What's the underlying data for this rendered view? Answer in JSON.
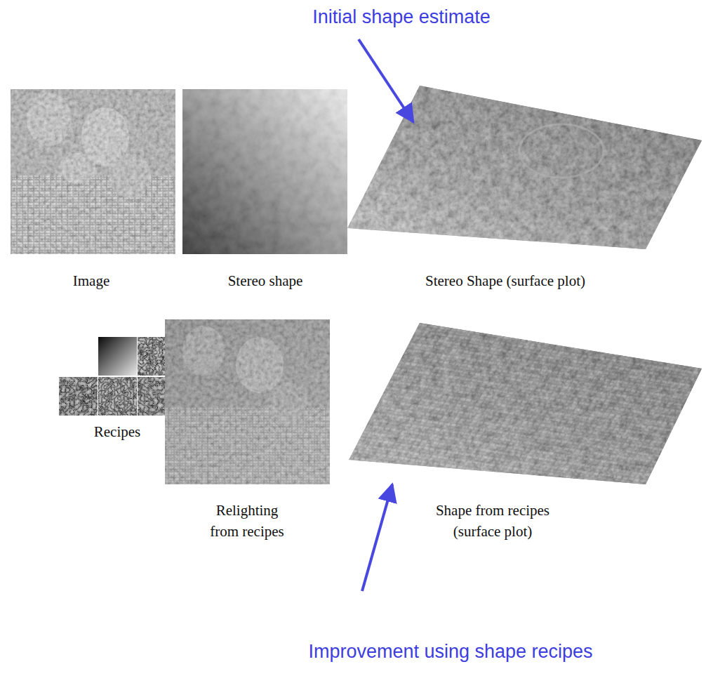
{
  "diagram": {
    "labels": [
      "Initial shape estimate",
      "Image",
      "Stereo shape",
      "Stereo Shape (surface plot)",
      "Recipes",
      "Relighting from recipes",
      "Shape from recipes (surface plot)",
      "Improvement using shape recipes"
    ]
  }
}
